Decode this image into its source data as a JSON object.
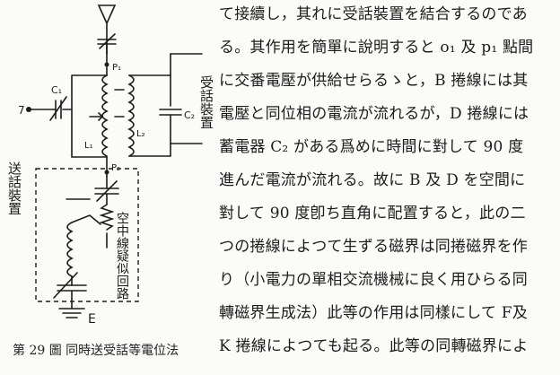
{
  "figure": {
    "caption": "第 29 圖 同時送受話等電位法",
    "labels": {
      "p1": "P₁",
      "p2": "P₂",
      "c1": "C₁",
      "c2": "C₂",
      "l1": "L₁",
      "l2": "L₂",
      "input": "7",
      "ground": "E",
      "receiver": "受話裝置",
      "transmitter": "送話裝置",
      "dashed_box": "空中線疑似回路"
    }
  },
  "text": {
    "lines": [
      "て接續し，其れに受話裝置を結合するのであ",
      "る。其作用を簡單に說明すると o₁ 及 p₁ 點間",
      "に交番電壓が供給せらるゝと，B 捲線には其",
      "電壓と同位相の電流が流れるが，D 捲線には",
      "蓄電器 C₂ がある爲めに時間に對して 90 度",
      "進んだ電流が流れる。故に B 及 D を空間に",
      "對して 90 度卽ち直角に配置すると，此の二",
      "つの捲線によつて生ずる磁界は同捲磁界を作",
      "り（小電力の單相交流機械に良く用ひらる同",
      "轉磁界生成法）此等の作用は同樣にして F及",
      "K 捲線によつても起る。此等の同轉磁界によ"
    ]
  }
}
